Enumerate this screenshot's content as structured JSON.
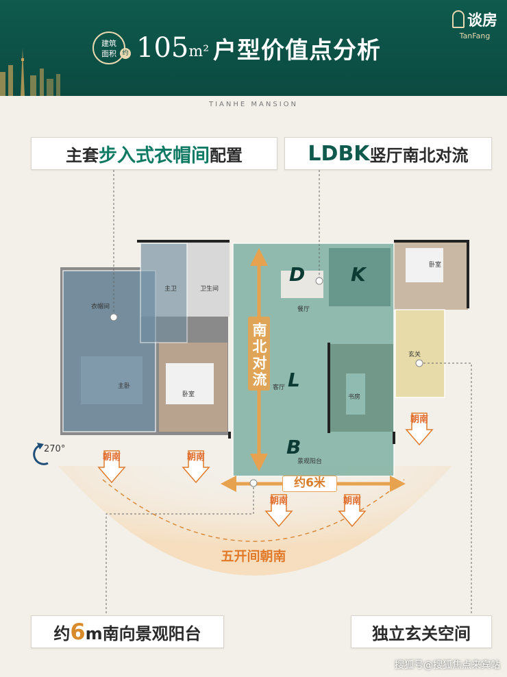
{
  "header": {
    "area_line1": "建筑",
    "area_line2": "面积",
    "approx": "约",
    "area_value": "105",
    "area_unit": "m²",
    "title": "户型价值点分析",
    "logo_cn": "谈房",
    "logo_en": "TanFang"
  },
  "subtitle": "TIANHE MANSION",
  "callouts": {
    "top_left_pre": "主套",
    "top_left_hl": "步入式衣帽间",
    "top_left_post": "配置",
    "top_right_hl": "LDBK",
    "top_right_post": "竖厅南北对流",
    "bottom_left_pre": "约",
    "bottom_left_hl": "6",
    "bottom_left_post": "m南向景观阳台",
    "bottom_right": "独立玄关空间"
  },
  "rooms": {
    "cloakroom": "衣帽间",
    "master_bath": "主卫",
    "bathroom": "卫生间",
    "master_bedroom": "主卧",
    "bedroom_mid": "卧室",
    "dining": "餐厅",
    "living": "客厅",
    "balcony": "景观阳台",
    "study": "书房",
    "bedroom_right": "卧室",
    "foyer": "玄关"
  },
  "letters": {
    "d": "D",
    "k": "K",
    "l": "L",
    "b": "B"
  },
  "flow_text": [
    "南",
    "北",
    "对",
    "流"
  ],
  "facing_label": "朝南",
  "width_label": "约6米",
  "arc_text": "五开间朝南",
  "rotation": "270°",
  "watermark": "搜狐号@搜狐焦点来宾站",
  "colors": {
    "header_green": "#0b4a40",
    "accent_green": "#0f7a63",
    "accent_orange": "#e07a2a",
    "walk_in_overlay": "#6f8ea3",
    "ldbk_overlay": "#6fa89a",
    "foyer_overlay": "#e6d8a0"
  }
}
